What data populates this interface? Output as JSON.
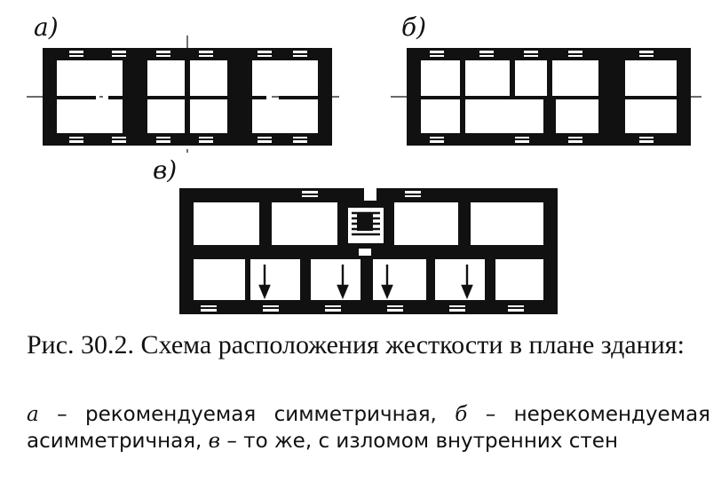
{
  "labels": {
    "a": "а)",
    "b": "б)",
    "v": "в)"
  },
  "caption": "Рис. 30.2. Схема расположения жесткости в плане здания:",
  "legend": {
    "a_letter": "а",
    "a_text": " – рекомендуемая симметричная, ",
    "b_letter": "б",
    "b_text": " – нерекомендуемая асимметричная, ",
    "v_letter": "в",
    "v_text": " – то же, с изломом внутренних стен"
  },
  "colors": {
    "wall": "#111111",
    "paper": "#ffffff"
  }
}
